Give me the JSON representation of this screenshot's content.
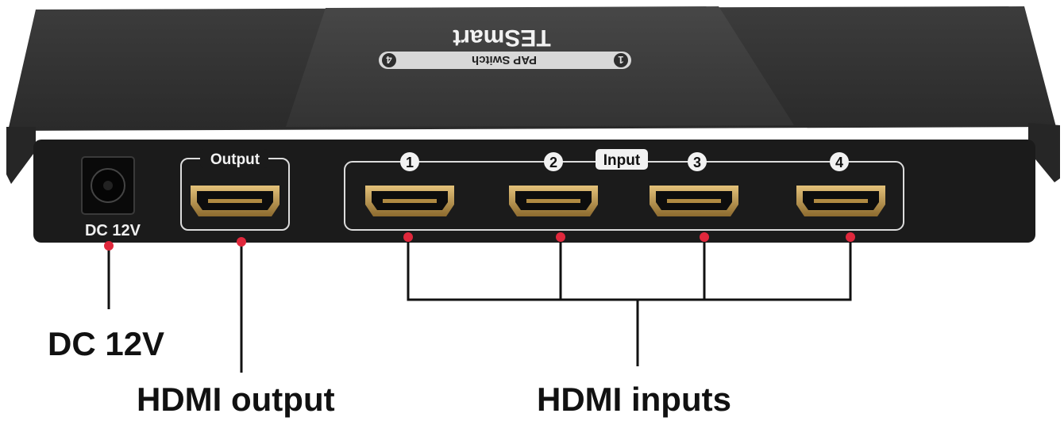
{
  "device": {
    "brand": "TESmart",
    "model_label": "PAP Switch",
    "badge_left_number": "4",
    "badge_right_number": "1",
    "dc_label": "DC 12V",
    "output_label": "Output",
    "input_label": "Input",
    "port_numbers": [
      "1",
      "2",
      "3",
      "4"
    ]
  },
  "callouts": {
    "dc": "DC 12V",
    "hdmi_output": "HDMI output",
    "hdmi_inputs": "HDMI inputs"
  },
  "colors": {
    "body": "#2b2b2b",
    "panel": "#1b1b1b",
    "marker": "#e0283c",
    "port_gold": "#c9a45a",
    "leader": "#111111"
  }
}
